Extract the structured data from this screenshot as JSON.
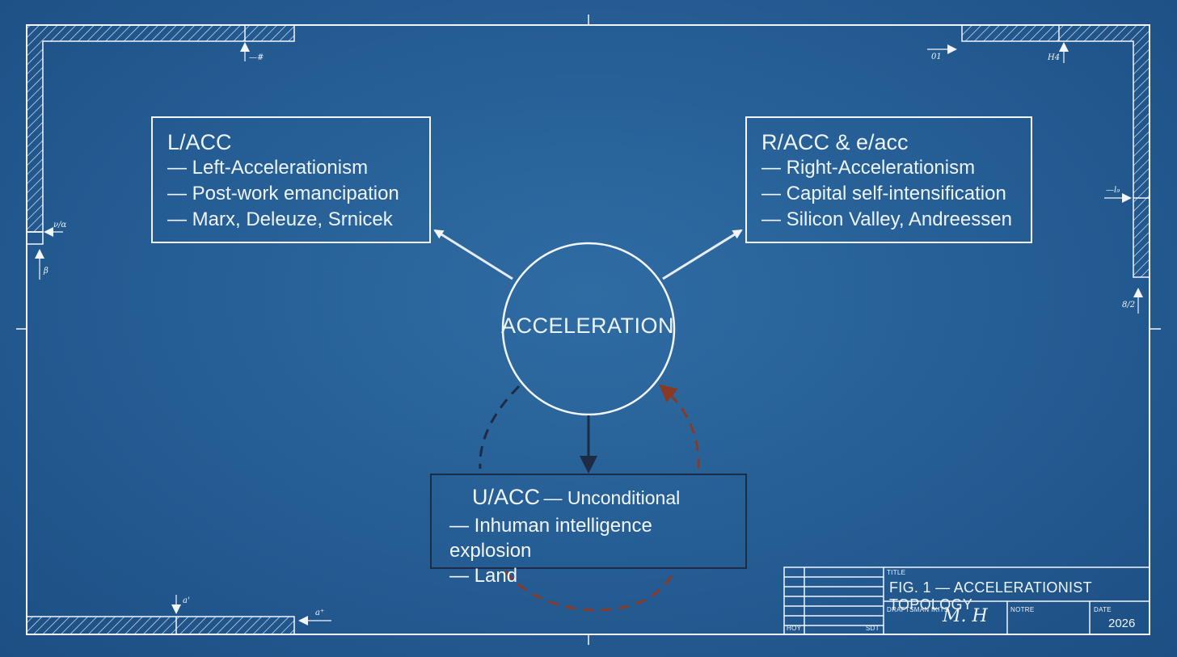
{
  "diagram": {
    "center": {
      "label": "ACCELERATION"
    },
    "left_node": {
      "title": "L/ACC",
      "lines": [
        "— Left-Accelerationism",
        "— Post-work emancipation",
        "— Marx, Deleuze, Srnicek"
      ]
    },
    "right_node": {
      "title": "R/ACC & e/acc",
      "lines": [
        "— Right-Accelerationism",
        "— Capital self-intensification",
        "— Silicon Valley, Andreessen"
      ]
    },
    "bottom_node": {
      "title": "U/ACC",
      "subtitle": "— Unconditional",
      "lines": [
        "— Inhuman intelligence explosion",
        "— Land"
      ]
    }
  },
  "title_block": {
    "title_caption": "TITLE",
    "title": "FIG. 1 — ACCELERATIONIST TOPOLOGY",
    "draftsman_caption": "DRAFTSMAN IKITS",
    "signature": "M. H",
    "notre_caption": "NOTRE",
    "date_caption": "DATE",
    "date": "2026",
    "hoy_caption": "HOY",
    "sdt_caption": "SDT"
  },
  "margin_notes": {
    "top_left": "—#",
    "top_right_1": "01",
    "top_right_2": "H4",
    "left_1": "ν/α",
    "left_2": "β",
    "right_1": "—l₉",
    "right_2": "8/2",
    "bottom_1": "a'",
    "bottom_2": "a⁺"
  },
  "colors": {
    "paper": "#245c93",
    "line": "#f2f6fb",
    "dark_line": "#1d2b45",
    "loop_red": "#8a3a22"
  }
}
